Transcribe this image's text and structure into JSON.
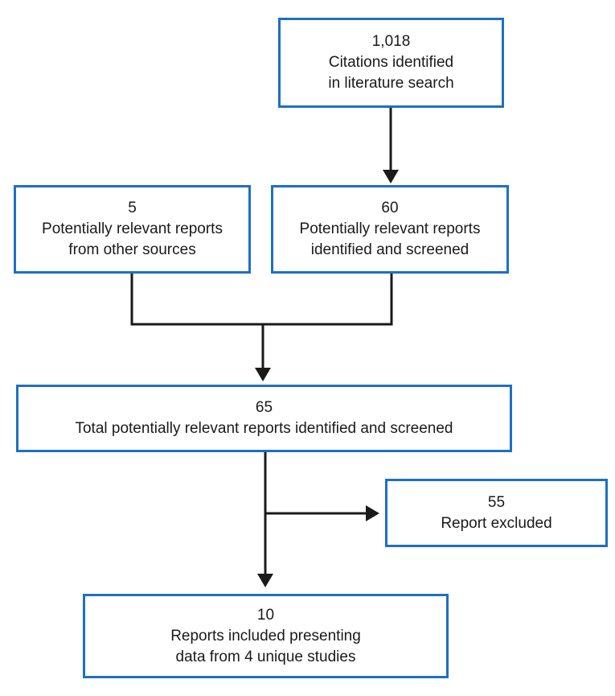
{
  "colors": {
    "box_border": "#1e70c1",
    "arrow": "#1a1a1a",
    "text": "#1a1a1a"
  },
  "diagram": {
    "type": "flowchart",
    "nodes": [
      {
        "id": "citations",
        "count": "1,018",
        "lines": [
          "Citations identified",
          "in literature search"
        ]
      },
      {
        "id": "other-sources",
        "count": "5",
        "lines": [
          "Potentially relevant reports",
          "from other sources"
        ]
      },
      {
        "id": "screened",
        "count": "60",
        "lines": [
          "Potentially relevant reports",
          "identified and screened"
        ]
      },
      {
        "id": "total",
        "count": "65",
        "lines": [
          "Total potentially relevant reports identified and screened"
        ]
      },
      {
        "id": "excluded",
        "count": "55",
        "lines": [
          "Report excluded"
        ]
      },
      {
        "id": "included",
        "count": "10",
        "lines": [
          "Reports included presenting",
          "data from 4 unique studies"
        ]
      }
    ],
    "edges": [
      {
        "from": "citations",
        "to": "screened"
      },
      {
        "from": "other-sources",
        "to": "total"
      },
      {
        "from": "screened",
        "to": "total"
      },
      {
        "from": "total",
        "to": "excluded"
      },
      {
        "from": "total",
        "to": "included"
      }
    ]
  }
}
